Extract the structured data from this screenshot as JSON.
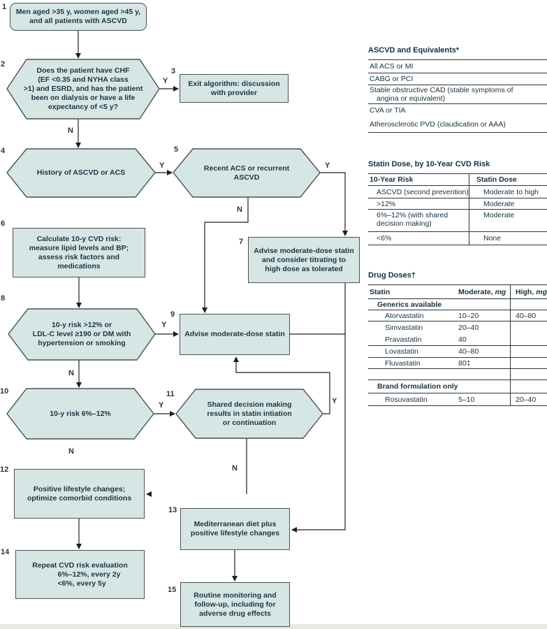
{
  "colors": {
    "node_fill": "#d6e6e5",
    "node_border": "#4a5053",
    "text": "#1c3542",
    "connector_line": "#1f1f1f",
    "table_line": "#333333"
  },
  "branch": {
    "yes": "Y",
    "no": "N"
  },
  "nodes": {
    "n1": {
      "num": "1",
      "label": "Men aged >35 y, women aged >45 y,\nand all patients with ASCVD"
    },
    "n2": {
      "num": "2",
      "label": "Does the patient have CHF\n(EF <0.35 and NYHA class\n>1) and ESRD, and has the patient\nbeen on dialysis or have a life\nexpectancy of <5 y?"
    },
    "n3": {
      "num": "3",
      "label": "Exit algorithm: discussion\nwith provider"
    },
    "n4": {
      "num": "4",
      "label": "History of ASCVD or ACS"
    },
    "n5": {
      "num": "5",
      "label": "Recent ACS or recurrent\nASCVD"
    },
    "n6": {
      "num": "6",
      "label": "Calculate 10-y CVD risk:\nmeasure lipid levels and BP;\nassess risk factors and\nmedications"
    },
    "n7": {
      "num": "7",
      "label": "Advise moderate-dose statin\nand consider titrating to\nhigh dose as tolerated"
    },
    "n8": {
      "num": "8",
      "label": "10-y risk >12% or\nLDL-C level ≥190 or DM with\nhypertension or smoking"
    },
    "n9": {
      "num": "9",
      "label": "Advise moderate-dose statin"
    },
    "n10": {
      "num": "10",
      "label": "10-y risk 6%–12%"
    },
    "n11": {
      "num": "11",
      "label": "Shared decision making\nresults in statin intiation\nor continuation"
    },
    "n12": {
      "num": "12",
      "label": "Positive lifestyle changes;\noptimize comorbid conditions"
    },
    "n13": {
      "num": "13",
      "label": "Mediterranean diet plus\npositive lifestyle changes"
    },
    "n14": {
      "num": "14",
      "line1": "Repeat CVD risk evaluation",
      "rest": "6%–12%, every 2y\n<6%, every 5y"
    },
    "n15": {
      "num": "15",
      "label": "Routine monitoring and\nfollow-up, including for\nadverse drug effects"
    }
  },
  "ascvd_table": {
    "title": "ASCVD and Equivalents*",
    "rows": {
      "r1": "All ACS or MI",
      "r2": "CABG or PCI",
      "r3a": "Stable obstructive CAD (stable symptoms of",
      "r3b": "angina or equivalent)",
      "r4": "CVA or TIA",
      "r5": "Atherosclerotic PVD (claudication or AAA)"
    }
  },
  "statin_dose_table": {
    "title": "Statin Dose, by 10-Year CVD Risk",
    "headers": {
      "risk": "10-Year Risk",
      "dose": "Statin Dose"
    },
    "rows": {
      "r1": {
        "risk": "ASCVD (second prevention)",
        "dose": "Moderate to high"
      },
      "r2": {
        "risk": ">12%",
        "dose": "Moderate"
      },
      "r3": {
        "risk": "6%–12% (with shared",
        "risk2": "decision making)",
        "dose": "Moderate"
      },
      "r4": {
        "risk": "<6%",
        "dose": "None"
      }
    }
  },
  "drug_table": {
    "title": "Drug Doses†",
    "headers": {
      "statin": "Statin",
      "moderate": "Moderate,",
      "moderate_unit": "mg",
      "high": "High,",
      "high_unit": "mg"
    },
    "group_generics": "Generics available",
    "group_brand": "Brand formulation only",
    "rows": {
      "atorvastatin": {
        "name": "Atorvastatin",
        "moderate": "10–20",
        "high": "40–80"
      },
      "simvastatin": {
        "name": "Simvastatin",
        "moderate": "20–40",
        "high": ""
      },
      "pravastatin": {
        "name": "Pravastatin",
        "moderate": "40",
        "high": ""
      },
      "lovastatin": {
        "name": "Lovastatin",
        "moderate": "40–80",
        "high": ""
      },
      "fluvastatin": {
        "name": "Fluvastatin",
        "moderate": "80‡",
        "high": ""
      },
      "rosuvastatin": {
        "name": "Rosuvastatin",
        "moderate": "5–10",
        "high": "20–40"
      }
    }
  }
}
